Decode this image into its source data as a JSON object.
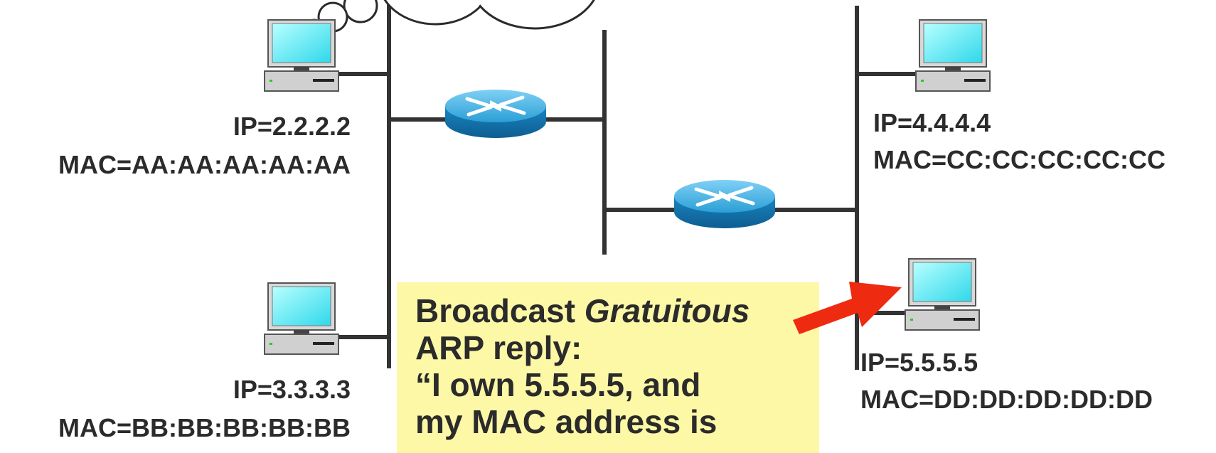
{
  "hosts": [
    {
      "id": "host-a",
      "ip": "IP=2.2.2.2",
      "mac": "MAC=AA:AA:AA:AA:AA"
    },
    {
      "id": "host-b",
      "ip": "IP=3.3.3.3",
      "mac": "MAC=BB:BB:BB:BB:BB"
    },
    {
      "id": "host-c",
      "ip": "IP=4.4.4.4",
      "mac": "MAC=CC:CC:CC:CC:CC"
    },
    {
      "id": "host-d",
      "ip": "IP=5.5.5.5",
      "mac": "MAC=DD:DD:DD:DD:DD"
    }
  ],
  "callout": {
    "line1_prefix": "Broadcast ",
    "line1_emph": "Gratuitous",
    "line2": "ARP reply:",
    "line3": "“I own 5.5.5.5, and",
    "line4": "my MAC address is"
  },
  "colors": {
    "bus": "#333333",
    "label_text": "#2b2b2b",
    "callout_bg": "#fdf8a6",
    "arrow": "#ee2b10",
    "router": "#1e8fc8",
    "screen": "#3fe8f5"
  },
  "icons": [
    "computer-icon",
    "router-icon",
    "thought-cloud",
    "red-arrow"
  ]
}
